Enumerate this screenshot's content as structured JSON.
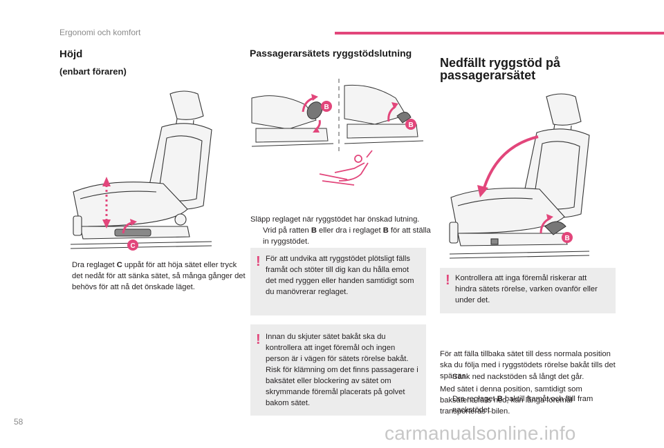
{
  "header": {
    "section_label": "Ergonomi och komfort",
    "accent_color": "#e2467b"
  },
  "col1": {
    "title": "Höjd",
    "subtitle": "(enbart föraren)",
    "callout": "C",
    "bullet_mark": "",
    "bullet_pre": "Dra reglaget ",
    "bullet_bold": "C",
    "bullet_post": " uppåt för att höja sätet eller tryck det nedåt för att sänka sätet, så många gånger det behövs för att nå det önskade läget."
  },
  "col2": {
    "title": "Passagerarsätets ryggstödslutning",
    "callout_left": "B",
    "callout_right": "B",
    "bullet_mark": "",
    "bullet_pre": "Vrid på ratten ",
    "bullet_bold1": "B",
    "bullet_mid": " eller dra i reglaget ",
    "bullet_bold2": "B",
    "bullet_post": " för att ställa in ryggstödet.",
    "para": "Släpp reglaget när ryggstödet har önskad lutning.",
    "warning1_icon": "!",
    "warning1": "För att undvika att ryggstödet plötsligt fälls framåt och stöter till dig kan du hålla emot det med ryggen eller handen samtidigt som du manövrerar reglaget.",
    "warning2_icon": "!",
    "warning2": "Innan du skjuter sätet bakåt ska du kontrollera att inget föremål och ingen person är i vägen för sätets rörelse bakåt. Risk för klämning om det finns passagerare i baksätet eller blockering av sätet om skrymmande föremål placerats på golvet bakom sätet."
  },
  "col3": {
    "title": "Nedfällt ryggstöd på passagerarsätet",
    "callout": "B",
    "warning_icon": "!",
    "warning": "Kontrollera att inga föremål riskerar att hindra sätets rörelse, varken ovanför eller under det.",
    "bullet1_mark": "",
    "bullet1": "Sänk ned nackstöden så långt det går.",
    "bullet2_mark": "",
    "bullet2_pre": "Dra reglaget ",
    "bullet2_bold": "B",
    "bullet2_post": " baktill framåt och fäll fram nackstödet.",
    "para1": "För att fälla tillbaka sätet till dess normala position ska du följa med i ryggstödets rörelse bakåt tills det spärras.",
    "para2": "Med sätet i denna position, samtidigt som baksätena fälls ned, kan långa föremål transporteras i bilen."
  },
  "footer": {
    "page_number": "58",
    "watermark": "carmanualsonline.info"
  }
}
